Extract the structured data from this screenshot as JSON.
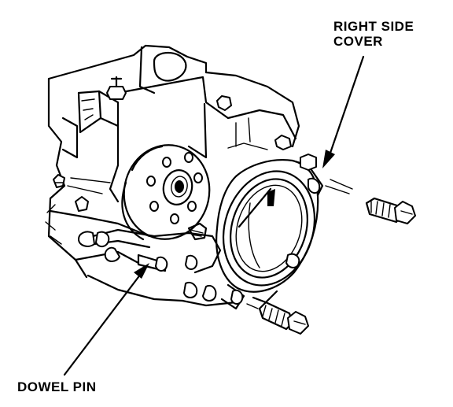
{
  "labels": {
    "right_side_cover_line1": "RIGHT SIDE",
    "right_side_cover_line2": "COVER",
    "dowel_pin": "DOWEL PIN"
  },
  "colors": {
    "ink": "#000000",
    "background": "#ffffff"
  }
}
